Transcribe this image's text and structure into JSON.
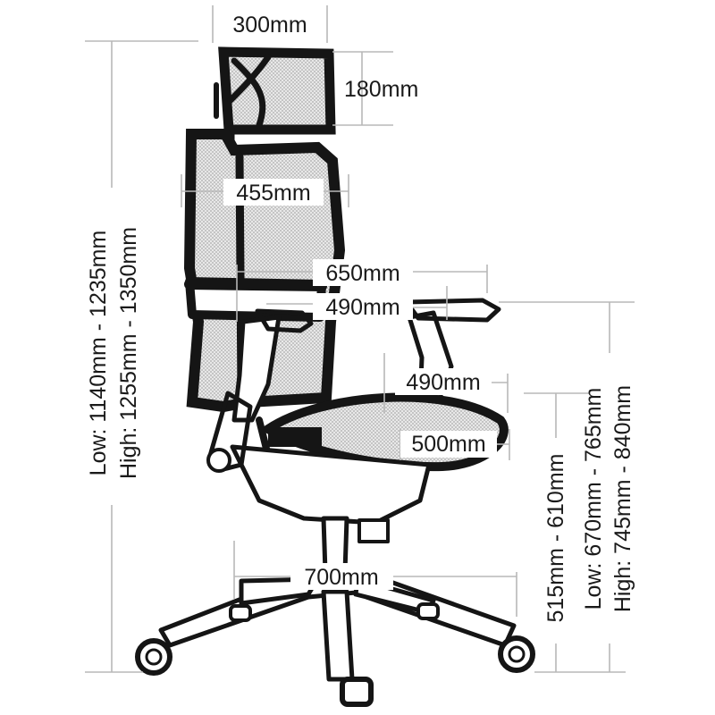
{
  "dimensions": {
    "headrest_width": "300mm",
    "headrest_height": "180mm",
    "backrest_width": "455mm",
    "armrest_outer_width": "650mm",
    "armrest_inner_width": "490mm",
    "seat_depth": "490mm",
    "seat_width": "500mm",
    "base_diameter": "700mm",
    "seat_height": "515mm - 610mm",
    "total_height_low": "Low: 1140mm - 1235mm",
    "total_height_high": "High: 1255mm - 1350mm",
    "armrest_height_low": "Low: 670mm - 765mm",
    "armrest_height_high": "High: 745mm - 840mm"
  }
}
